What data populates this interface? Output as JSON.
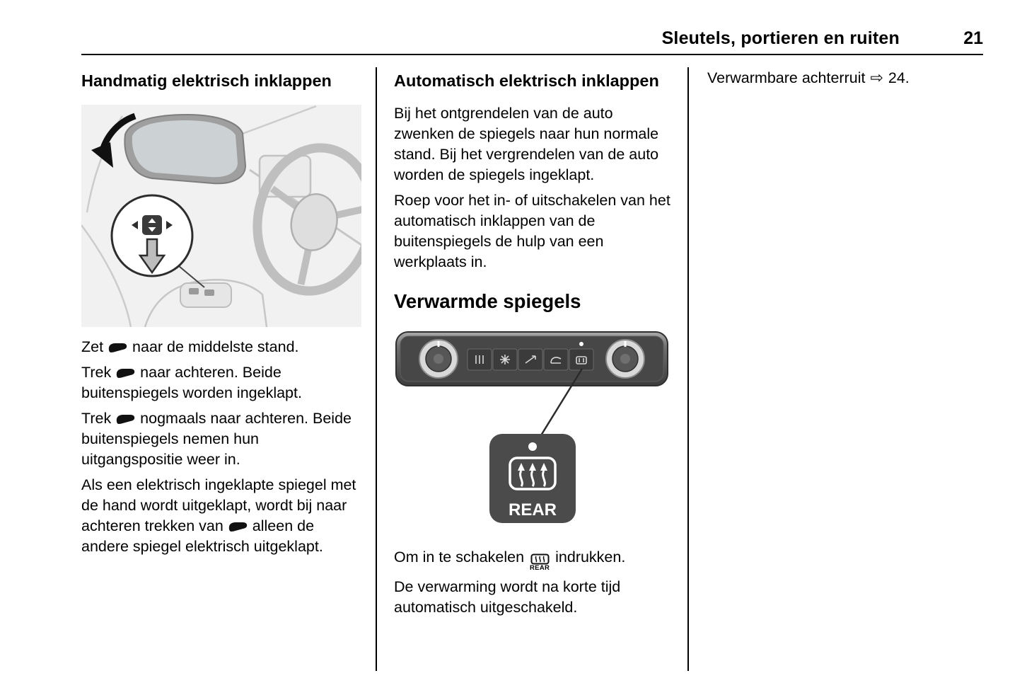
{
  "header": {
    "title": "Sleutels, portieren en ruiten",
    "page_number": "21"
  },
  "col1": {
    "heading": "Handmatig elektrisch inklappen",
    "p1": {
      "pre": "Zet",
      "post": "naar de middelste stand."
    },
    "p2": {
      "pre": "Trek",
      "post": "naar achteren. Beide buitenspiegels worden ingeklapt."
    },
    "p3": {
      "pre": "Trek",
      "post": "nogmaals naar achteren. Beide buitenspiegels nemen hun uitgangspositie weer in."
    },
    "p4": {
      "pre": "Als een elektrisch ingeklapte spiegel met de hand wordt uitgeklapt, wordt bij naar achteren trekken van",
      "post": "alleen de andere spiegel elektrisch uitgeklapt."
    }
  },
  "col2": {
    "heading": "Automatisch elektrisch inklappen",
    "p1": "Bij het ontgrendelen van de auto zwenken de spiegels naar hun normale stand. Bij het vergrendelen van de auto worden de spiegels ingeklapt.",
    "p2": "Roep voor het in- of uitschakelen van het automatisch inklappen van de buitenspiegels de hulp van een werkplaats in.",
    "section_heading": "Verwarmde spiegels",
    "rear_button_label": "REAR",
    "inline_rear_label": "REAR",
    "p3": {
      "pre": "Om in te schakelen",
      "post": "indrukken."
    },
    "p4": "De verwarming wordt na korte tijd automatisch uitgeschakeld."
  },
  "col3": {
    "text": "Verwarmbare achterruit",
    "ref_arrow": "⇨",
    "ref_page": "24."
  }
}
